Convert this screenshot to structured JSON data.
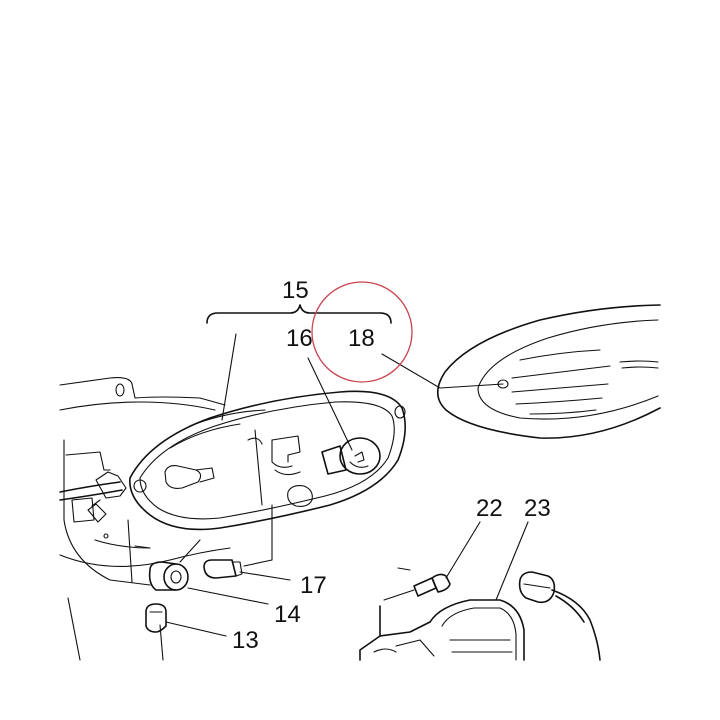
{
  "labels": {
    "p15": "15",
    "p16": "16",
    "p18": "18",
    "p17": "17",
    "p14": "14",
    "p13": "13",
    "p22": "22",
    "p23": "23"
  },
  "colors": {
    "line": "#111111",
    "highlight_circle": "#c8444f",
    "background": "#ffffff"
  }
}
